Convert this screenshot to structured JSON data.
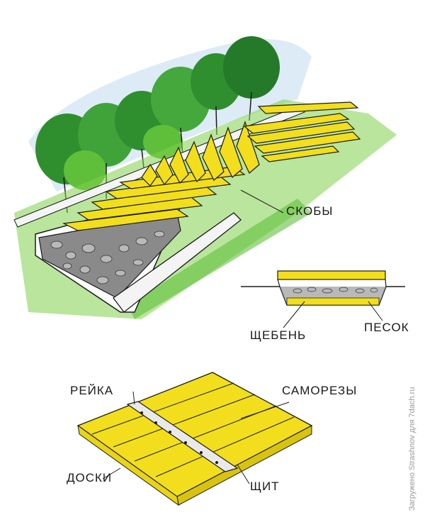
{
  "labels": {
    "skoby": "СКОБЫ",
    "shcheben": "ЩЕБЕНЬ",
    "pesok": "ПЕСОК",
    "reyka": "РЕЙКА",
    "samorezy": "САМОРЕЗЫ",
    "doski": "ДОСКИ",
    "shchit": "ЩИТ"
  },
  "watermark": "Загружено Strashnov для 7dach.ru",
  "colors": {
    "board_yellow": "#f2de1c",
    "grass_green": "#5fbf3a",
    "tree_green": "#2f8f2f",
    "gravel_grey": "#8a8a8a",
    "sky_blue": "#9fc6e6",
    "ink": "#1a1a1a"
  }
}
